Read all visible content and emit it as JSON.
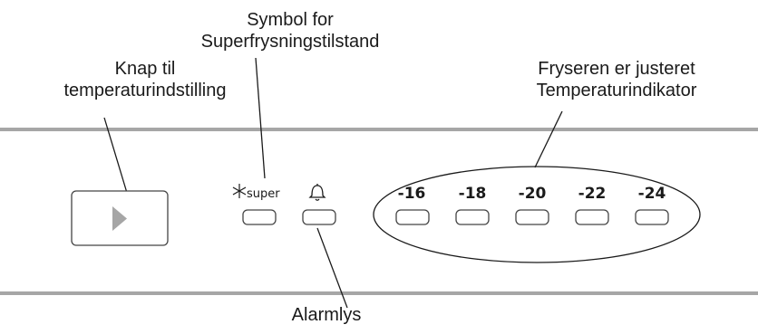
{
  "callouts": {
    "temp_button": [
      "Knap til",
      "temperaturindstilling"
    ],
    "super_symbol": [
      "Symbol for",
      "Superfrysningstilstand"
    ],
    "freezer_indicator": [
      "Fryseren er justeret",
      "Temperaturindikator"
    ],
    "alarm": [
      "Alarmlys"
    ]
  },
  "panel": {
    "super_label": "super",
    "temperatures": [
      "-16",
      "-18",
      "-20",
      "-22",
      "-24"
    ]
  },
  "icons": {
    "play": "play-triangle-icon",
    "snowflake": "snowflake-icon",
    "bell": "bell-icon"
  },
  "colors": {
    "rail": "#a6a6a6",
    "button_border": "#444444",
    "play_fill": "#a6a6a6",
    "text": "#1a1a1a"
  }
}
